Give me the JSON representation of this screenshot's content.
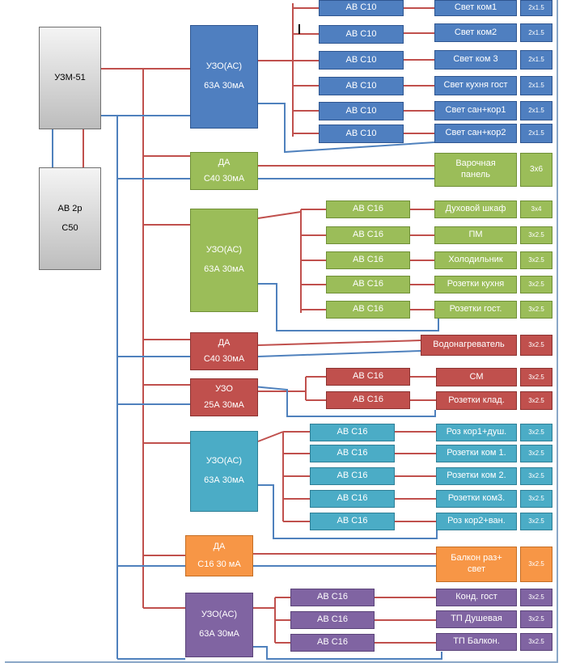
{
  "colors": {
    "red_wire": "#c0504d",
    "blue_wire": "#4f81bd",
    "blue": "#4f7fc0",
    "green": "#9bbd59",
    "red": "#c0504d",
    "cyan": "#4bacc6",
    "orange": "#f79646",
    "purple": "#8064a2",
    "gray": "#c8c8c8"
  },
  "meter": {
    "label": "УЗМ-51"
  },
  "main_breaker": {
    "line1": "АВ 2р",
    "line2": "С50"
  },
  "groups": [
    {
      "device": {
        "line1": "УЗО(АС)",
        "line2": "63А 30мА"
      },
      "circuits": [
        {
          "breaker": "АВ С10",
          "load": "Свет ком1",
          "cable": "2х1.5"
        },
        {
          "breaker": "АВ С10",
          "load": "Свет ком2",
          "cable": "2х1.5"
        },
        {
          "breaker": "АВ С10",
          "load": "Свет ком 3",
          "cable": "2х1.5"
        },
        {
          "breaker": "АВ С10",
          "load": "Свет кухня гост",
          "cable": "2х1.5"
        },
        {
          "breaker": "АВ С10",
          "load": "Свет сан+кор1",
          "cable": "2х1.5"
        },
        {
          "breaker": "АВ С10",
          "load": "Свет сан+кор2",
          "cable": "2х1.5"
        }
      ]
    },
    {
      "device": {
        "line1": "ДА",
        "line2": "С40 30мА"
      },
      "circuits": [
        {
          "load_line1": "Варочная",
          "load_line2": "панель",
          "cable": "3х6"
        }
      ]
    },
    {
      "device": {
        "line1": "УЗО(АС)",
        "line2": "63А 30мА"
      },
      "circuits": [
        {
          "breaker": "АВ С16",
          "load": "Духовой шкаф",
          "cable": "3х4"
        },
        {
          "breaker": "АВ С16",
          "load": "ПМ",
          "cable": "3х2.5"
        },
        {
          "breaker": "АВ С16",
          "load": "Холодильник",
          "cable": "3х2.5"
        },
        {
          "breaker": "АВ С16",
          "load": "Розетки кухня",
          "cable": "3х2.5"
        },
        {
          "breaker": "АВ С16",
          "load": "Розетки гост.",
          "cable": "3х2.5"
        }
      ]
    },
    {
      "device": {
        "line1": "ДА",
        "line2": "С40 30мА"
      },
      "circuits": [
        {
          "load": "Водонагреватель",
          "cable": "3х2.5"
        }
      ]
    },
    {
      "device": {
        "line1": "УЗО",
        "line2": "25А 30мА"
      },
      "circuits": [
        {
          "breaker": "АВ С16",
          "load": "СМ",
          "cable": "3х2.5"
        },
        {
          "breaker": "АВ С16",
          "load": "Розетки клад.",
          "cable": "3х2.5"
        }
      ]
    },
    {
      "device": {
        "line1": "УЗО(АС)",
        "line2": "63А 30мА"
      },
      "circuits": [
        {
          "breaker": "АВ С16",
          "load": "Роз кор1+душ.",
          "cable": "3х2.5"
        },
        {
          "breaker": "АВ С16",
          "load": "Розетки ком 1.",
          "cable": "3х2.5"
        },
        {
          "breaker": "АВ С16",
          "load": "Розетки ком 2.",
          "cable": "3х2.5"
        },
        {
          "breaker": "АВ С16",
          "load": "Розетки ком3.",
          "cable": "3х2.5"
        },
        {
          "breaker": "АВ С16",
          "load": "Роз кор2+ван.",
          "cable": "3х2.5"
        }
      ]
    },
    {
      "device": {
        "line1": "ДА",
        "line2": "С16 30 мА"
      },
      "circuits": [
        {
          "load_line1": "Балкон раз+",
          "load_line2": "свет",
          "cable": "3х2.5"
        }
      ]
    },
    {
      "device": {
        "line1": "УЗО(АС)",
        "line2": "63А 30мА"
      },
      "circuits": [
        {
          "breaker": "АВ С16",
          "load": "Конд. гост",
          "cable": "3х2.5"
        },
        {
          "breaker": "АВ С16",
          "load": "ТП Душевая",
          "cable": "3х2.5"
        },
        {
          "breaker": "АВ С16",
          "load": "ТП Балкон.",
          "cable": "3х2.5"
        }
      ]
    }
  ]
}
